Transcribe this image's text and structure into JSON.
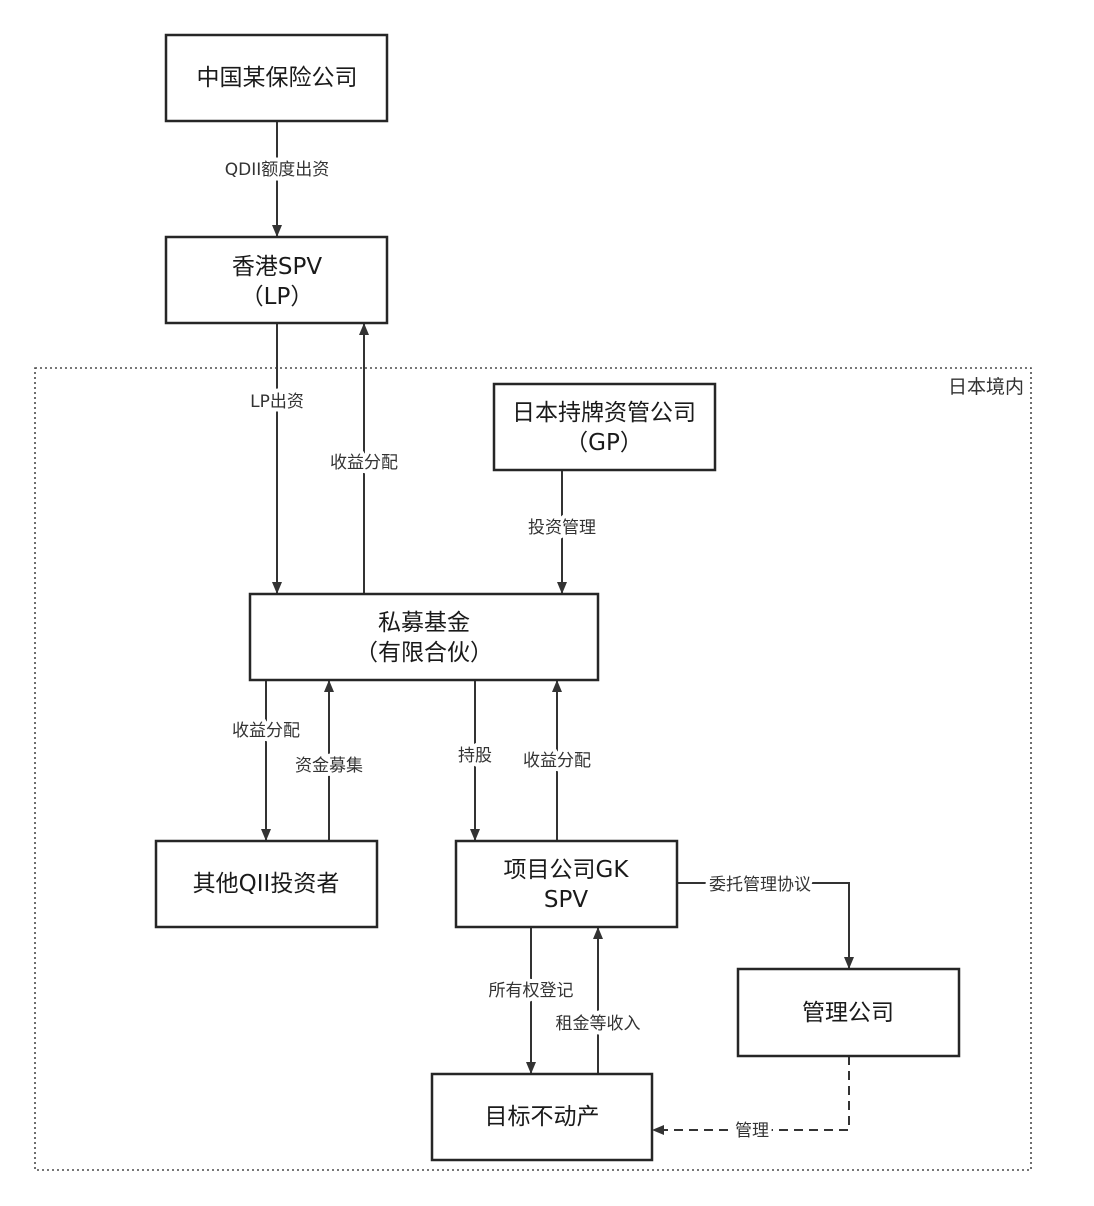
{
  "region": {
    "label": "日本境内"
  },
  "nodes": {
    "insurer": {
      "lines": [
        "中国某保险公司"
      ]
    },
    "hk_spv": {
      "lines": [
        "香港SPV",
        "（LP）"
      ]
    },
    "gp": {
      "lines": [
        "日本持牌资管公司",
        "（GP）"
      ]
    },
    "fund": {
      "lines": [
        "私募基金",
        "（有限合伙）"
      ]
    },
    "other_qii": {
      "lines": [
        "其他QII投资者"
      ]
    },
    "gk_spv": {
      "lines": [
        "项目公司GK",
        "SPV"
      ]
    },
    "manager": {
      "lines": [
        "管理公司"
      ]
    },
    "property": {
      "lines": [
        "目标不动产"
      ]
    }
  },
  "edges": {
    "insurer_to_hk": "QDII额度出资",
    "hk_to_fund": "LP出资",
    "fund_to_hk": "收益分配",
    "gp_to_fund": "投资管理",
    "fund_to_other": "收益分配",
    "other_to_fund": "资金募集",
    "fund_to_gk": "持股",
    "gk_to_fund": "收益分配",
    "gk_to_manager": "委托管理协议",
    "gk_to_property": "所有权登记",
    "property_to_gk": "租金等收入",
    "manager_to_property": "管理"
  }
}
